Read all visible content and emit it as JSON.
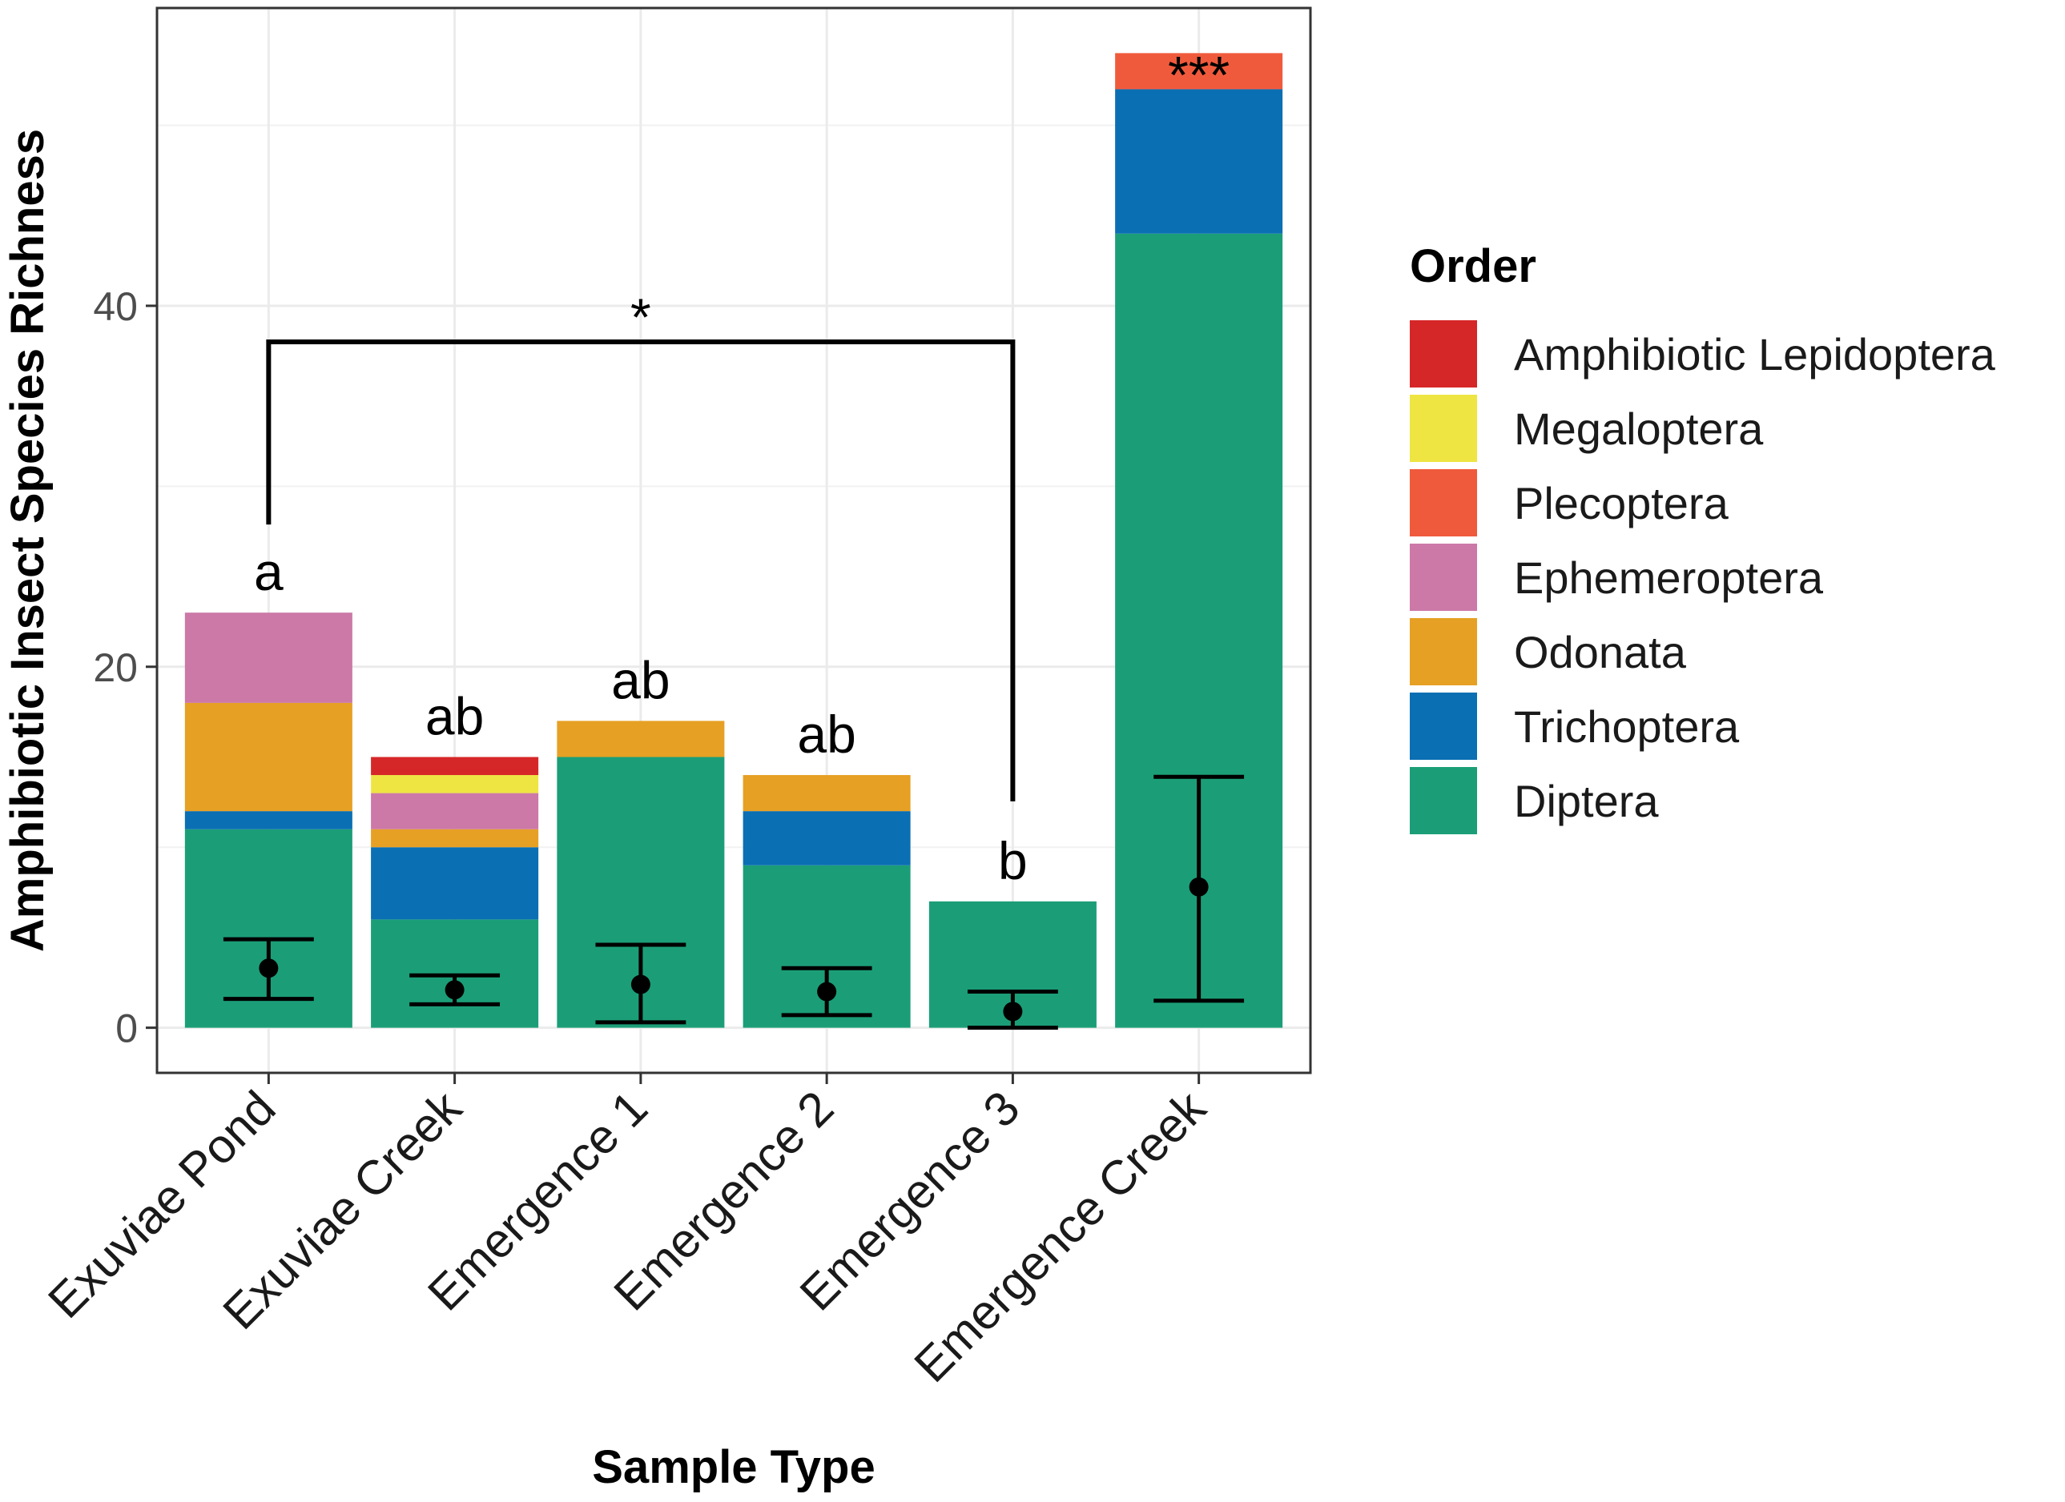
{
  "chart_data": {
    "type": "bar",
    "stacked": true,
    "xlabel": "Sample Type",
    "ylabel": "Amphibiotic Insect Species Richness",
    "ylim": [
      -2.5,
      56.5
    ],
    "yticks": [
      0,
      20,
      40
    ],
    "grid": true,
    "legend": {
      "title": "Order",
      "placement": "right"
    },
    "categories": [
      "Exuviae Pond",
      "Exuviae Creek",
      "Emergence 1",
      "Emergence 2",
      "Emergence 3",
      "Emergence Creek"
    ],
    "series": [
      {
        "name": "Diptera",
        "color": "#1b9e77",
        "values": [
          11,
          6,
          15,
          9,
          7,
          44
        ]
      },
      {
        "name": "Trichoptera",
        "color": "#0b6fb3",
        "values": [
          1,
          4,
          0,
          3,
          0,
          8
        ]
      },
      {
        "name": "Odonata",
        "color": "#e6a024",
        "values": [
          6,
          1,
          2,
          2,
          0,
          0
        ]
      },
      {
        "name": "Ephemeroptera",
        "color": "#cc79a7",
        "values": [
          5,
          2,
          0,
          0,
          0,
          0
        ]
      },
      {
        "name": "Plecoptera",
        "color": "#f05a3c",
        "values": [
          0,
          0,
          0,
          0,
          0,
          2
        ]
      },
      {
        "name": "Megaloptera",
        "color": "#eee543",
        "values": [
          0,
          1,
          0,
          0,
          0,
          0
        ]
      },
      {
        "name": "Amphibiotic Lepidoptera",
        "color": "#d62728",
        "values": [
          0,
          1,
          0,
          0,
          0,
          0
        ]
      }
    ],
    "legend_order": [
      "Amphibiotic Lepidoptera",
      "Megaloptera",
      "Plecoptera",
      "Ephemeroptera",
      "Odonata",
      "Trichoptera",
      "Diptera"
    ],
    "mean": [
      3.3,
      2.1,
      2.4,
      2.0,
      0.9,
      7.8
    ],
    "error_low": [
      1.6,
      1.3,
      0.3,
      0.7,
      0.0,
      1.5
    ],
    "error_high": [
      4.9,
      2.9,
      4.6,
      3.3,
      2.0,
      13.9
    ],
    "significance_letters": [
      "a",
      "ab",
      "ab",
      "ab",
      "b",
      "***"
    ],
    "comparison": {
      "from": "Exuviae Pond",
      "to": "Emergence 3",
      "label": "*"
    }
  }
}
